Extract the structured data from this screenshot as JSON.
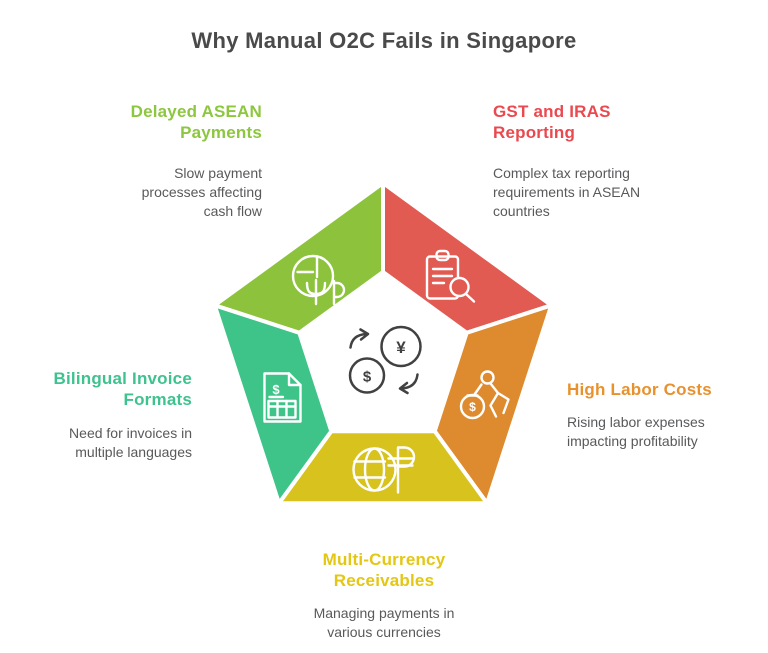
{
  "title": "Why Manual O2C Fails in Singapore",
  "colors": {
    "title": "#4A4A4A",
    "body_text": "#58595B",
    "center_icon": "#414141",
    "background": "#FFFFFF"
  },
  "center": {
    "icon": "currency-exchange-icon",
    "symbols": [
      "¥",
      "$"
    ]
  },
  "items": [
    {
      "id": "delayed-asean-payments",
      "heading_lines": [
        "Delayed ASEAN",
        "Payments"
      ],
      "body": "Slow payment processes affecting cash flow",
      "color": "#8DC63F",
      "segment_color": "#8DC33C",
      "icon": "clock-delay-icon",
      "position": "top-left"
    },
    {
      "id": "gst-and-iras-reporting",
      "heading_lines": [
        "GST and IRAS",
        "Reporting"
      ],
      "body": "Complex tax reporting requirements in ASEAN countries",
      "color": "#E9494F",
      "segment_color": "#E25B53",
      "icon": "tax-report-magnifier-icon",
      "position": "top-right"
    },
    {
      "id": "high-labor-costs",
      "heading_lines": [
        "High Labor Costs"
      ],
      "body": "Rising labor expenses impacting profitability",
      "color": "#E8912D",
      "segment_color": "#DE8A2E",
      "icon": "runner-money-bag-icon",
      "icon_symbol": "$",
      "position": "right"
    },
    {
      "id": "multi-currency-receivables",
      "heading_lines": [
        "Multi-Currency",
        "Receivables"
      ],
      "body": "Managing payments in various currencies",
      "color": "#E3C714",
      "segment_color": "#D8C31E",
      "icon": "globe-currency-icon",
      "position": "bottom"
    },
    {
      "id": "bilingual-invoice-formats",
      "heading_lines": [
        "Bilingual Invoice",
        "Formats"
      ],
      "body": "Need for invoices in multiple languages",
      "color": "#3EC28F",
      "segment_color": "#3EC489",
      "icon": "invoice-document-icon",
      "icon_symbol": "$",
      "position": "left"
    }
  ]
}
